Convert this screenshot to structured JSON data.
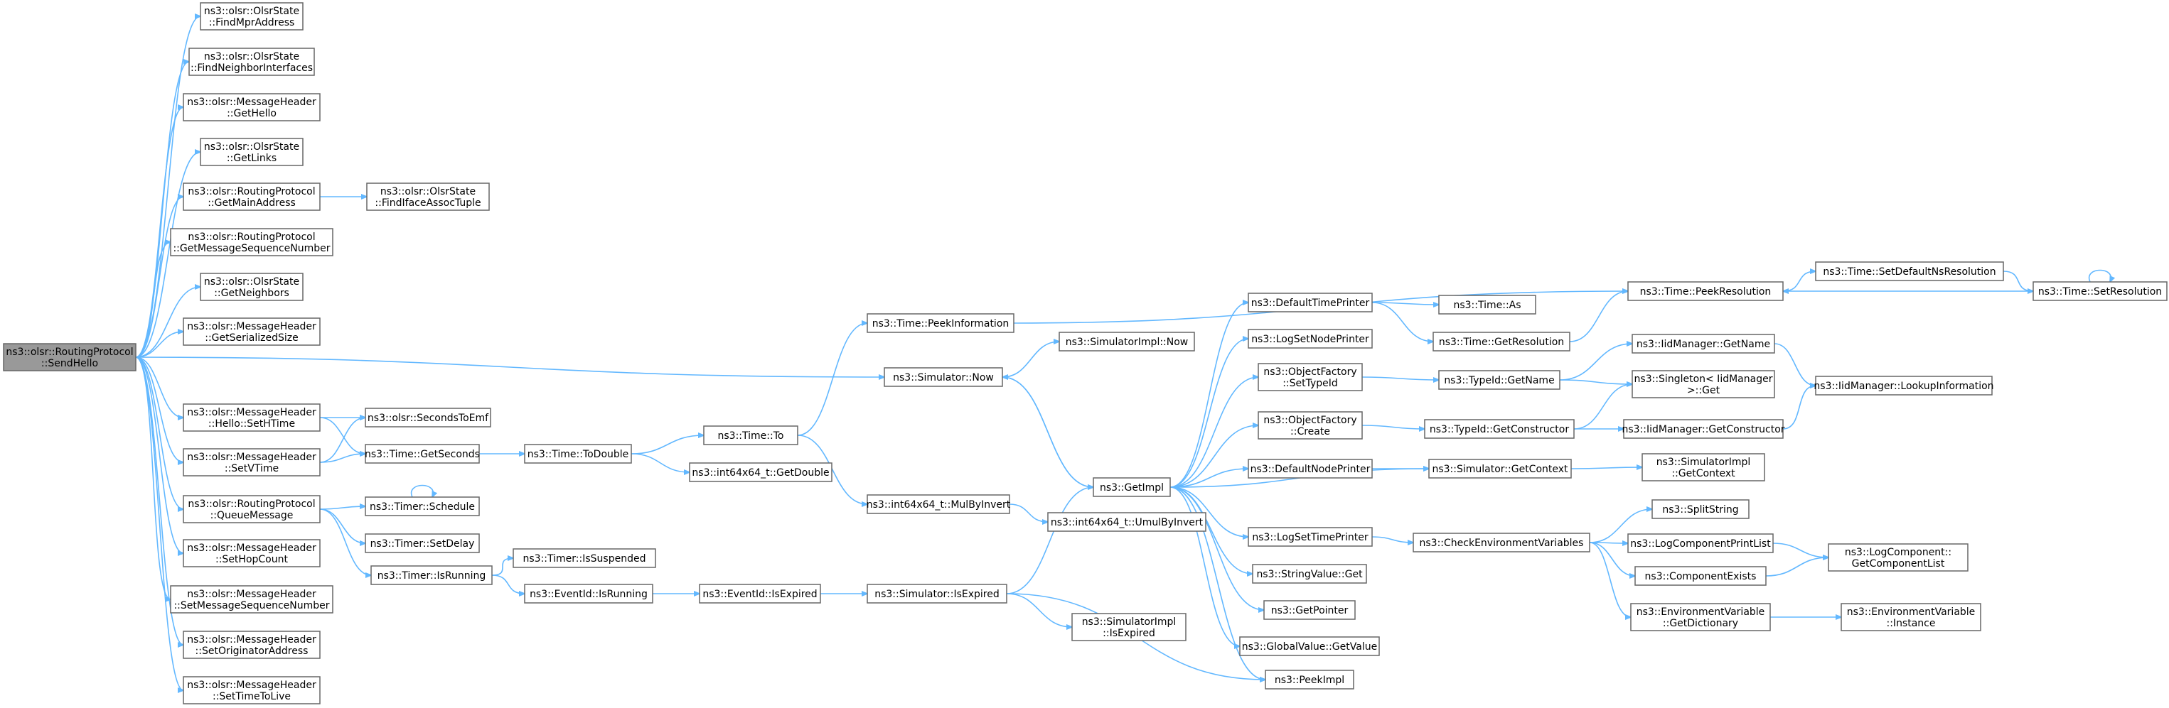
{
  "graph": {
    "edge_color": "#63b8ff",
    "node_border_color": "#666666",
    "root_fill": "#999999",
    "nodes": [
      {
        "id": "root",
        "lines": [
          "ns3::olsr::RoutingProtocol",
          "::SendHello"
        ],
        "root": true
      },
      {
        "id": "findMpr",
        "lines": [
          "ns3::olsr::OlsrState",
          "::FindMprAddress"
        ]
      },
      {
        "id": "findNbrIf",
        "lines": [
          "ns3::olsr::OlsrState",
          "::FindNeighborInterfaces"
        ]
      },
      {
        "id": "getHello",
        "lines": [
          "ns3::olsr::MessageHeader",
          "::GetHello"
        ]
      },
      {
        "id": "getLinks",
        "lines": [
          "ns3::olsr::OlsrState",
          "::GetLinks"
        ]
      },
      {
        "id": "getMainAddr",
        "lines": [
          "ns3::olsr::RoutingProtocol",
          "::GetMainAddress"
        ]
      },
      {
        "id": "findIface",
        "lines": [
          "ns3::olsr::OlsrState",
          "::FindIfaceAssocTuple"
        ]
      },
      {
        "id": "getMsgSeq",
        "lines": [
          "ns3::olsr::RoutingProtocol",
          "::GetMessageSequenceNumber"
        ]
      },
      {
        "id": "getNbrs",
        "lines": [
          "ns3::olsr::OlsrState",
          "::GetNeighbors"
        ]
      },
      {
        "id": "getSerSize",
        "lines": [
          "ns3::olsr::MessageHeader",
          "::GetSerializedSize"
        ]
      },
      {
        "id": "setHTime",
        "lines": [
          "ns3::olsr::MessageHeader",
          "::Hello::SetHTime"
        ]
      },
      {
        "id": "secToEmf",
        "lines": [
          "ns3::olsr::SecondsToEmf"
        ]
      },
      {
        "id": "setVTime",
        "lines": [
          "ns3::olsr::MessageHeader",
          "::SetVTime"
        ]
      },
      {
        "id": "getSeconds",
        "lines": [
          "ns3::Time::GetSeconds"
        ]
      },
      {
        "id": "toDouble",
        "lines": [
          "ns3::Time::ToDouble"
        ]
      },
      {
        "id": "timeTo",
        "lines": [
          "ns3::Time::To"
        ]
      },
      {
        "id": "getDouble",
        "lines": [
          "ns3::int64x64_t::GetDouble"
        ]
      },
      {
        "id": "queueMsg",
        "lines": [
          "ns3::olsr::RoutingProtocol",
          "::QueueMessage"
        ]
      },
      {
        "id": "tSchedule",
        "lines": [
          "ns3::Timer::Schedule"
        ]
      },
      {
        "id": "tSetDelay",
        "lines": [
          "ns3::Timer::SetDelay"
        ]
      },
      {
        "id": "tIsRunning",
        "lines": [
          "ns3::Timer::IsRunning"
        ]
      },
      {
        "id": "tIsSusp",
        "lines": [
          "ns3::Timer::IsSuspended"
        ]
      },
      {
        "id": "evIsRunning",
        "lines": [
          "ns3::EventId::IsRunning"
        ]
      },
      {
        "id": "evIsExpired",
        "lines": [
          "ns3::EventId::IsExpired"
        ]
      },
      {
        "id": "simIsExpired",
        "lines": [
          "ns3::Simulator::IsExpired"
        ]
      },
      {
        "id": "simImplIsExp",
        "lines": [
          "ns3::SimulatorImpl",
          "::IsExpired"
        ]
      },
      {
        "id": "setHop",
        "lines": [
          "ns3::olsr::MessageHeader",
          "::SetHopCount"
        ]
      },
      {
        "id": "setMsgSeq",
        "lines": [
          "ns3::olsr::MessageHeader",
          "::SetMessageSequenceNumber"
        ]
      },
      {
        "id": "setOrig",
        "lines": [
          "ns3::olsr::MessageHeader",
          "::SetOriginatorAddress"
        ]
      },
      {
        "id": "setTTL",
        "lines": [
          "ns3::olsr::MessageHeader",
          "::SetTimeToLive"
        ]
      },
      {
        "id": "peekInfo",
        "lines": [
          "ns3::Time::PeekInformation"
        ]
      },
      {
        "id": "simNow",
        "lines": [
          "ns3::Simulator::Now"
        ]
      },
      {
        "id": "simImplNow",
        "lines": [
          "ns3::SimulatorImpl::Now"
        ]
      },
      {
        "id": "mulByInv",
        "lines": [
          "ns3::int64x64_t::MulByInvert"
        ]
      },
      {
        "id": "umulByInv",
        "lines": [
          "ns3::int64x64_t::UmulByInvert"
        ]
      },
      {
        "id": "getImpl",
        "lines": [
          "ns3::GetImpl"
        ]
      },
      {
        "id": "defTimePrinter",
        "lines": [
          "ns3::DefaultTimePrinter"
        ]
      },
      {
        "id": "logSetNodePr",
        "lines": [
          "ns3::LogSetNodePrinter"
        ]
      },
      {
        "id": "objFacSetTid",
        "lines": [
          "ns3::ObjectFactory",
          "::SetTypeId"
        ]
      },
      {
        "id": "objFacCreate",
        "lines": [
          "ns3::ObjectFactory",
          "::Create"
        ]
      },
      {
        "id": "defNodePr",
        "lines": [
          "ns3::DefaultNodePrinter"
        ]
      },
      {
        "id": "logSetTimePr",
        "lines": [
          "ns3::LogSetTimePrinter"
        ]
      },
      {
        "id": "strValGet",
        "lines": [
          "ns3::StringValue::Get"
        ]
      },
      {
        "id": "getPointer",
        "lines": [
          "ns3::GetPointer"
        ]
      },
      {
        "id": "globValGet",
        "lines": [
          "ns3::GlobalValue::GetValue"
        ]
      },
      {
        "id": "peekImpl",
        "lines": [
          "ns3::PeekImpl"
        ]
      },
      {
        "id": "timeAs",
        "lines": [
          "ns3::Time::As"
        ]
      },
      {
        "id": "timeGetRes",
        "lines": [
          "ns3::Time::GetResolution"
        ]
      },
      {
        "id": "typeIdGetName",
        "lines": [
          "ns3::TypeId::GetName"
        ]
      },
      {
        "id": "typeIdGetCtor",
        "lines": [
          "ns3::TypeId::GetConstructor"
        ]
      },
      {
        "id": "simGetCtx",
        "lines": [
          "ns3::Simulator::GetContext"
        ]
      },
      {
        "id": "checkEnv",
        "lines": [
          "ns3::CheckEnvironmentVariables"
        ]
      },
      {
        "id": "peekRes",
        "lines": [
          "ns3::Time::PeekResolution"
        ]
      },
      {
        "id": "setDefNsRes",
        "lines": [
          "ns3::Time::SetDefaultNsResolution"
        ]
      },
      {
        "id": "setRes",
        "lines": [
          "ns3::Time::SetResolution"
        ]
      },
      {
        "id": "iidGetName",
        "lines": [
          "ns3::IidManager::GetName"
        ]
      },
      {
        "id": "singletonGet",
        "lines": [
          "ns3::Singleton< IidManager",
          ">::Get"
        ]
      },
      {
        "id": "iidGetCtor",
        "lines": [
          "ns3::IidManager::GetConstructor"
        ]
      },
      {
        "id": "iidLookup",
        "lines": [
          "ns3::IidManager::LookupInformation"
        ]
      },
      {
        "id": "simImplGetCtx",
        "lines": [
          "ns3::SimulatorImpl",
          "::GetContext"
        ]
      },
      {
        "id": "splitString",
        "lines": [
          "ns3::SplitString"
        ]
      },
      {
        "id": "logCompPrint",
        "lines": [
          "ns3::LogComponentPrintList"
        ]
      },
      {
        "id": "compExists",
        "lines": [
          "ns3::ComponentExists"
        ]
      },
      {
        "id": "envGetDict",
        "lines": [
          "ns3::EnvironmentVariable",
          "::GetDictionary"
        ]
      },
      {
        "id": "logCompGetList",
        "lines": [
          "ns3::LogComponent::",
          "GetComponentList"
        ]
      },
      {
        "id": "envInstance",
        "lines": [
          "ns3::EnvironmentVariable",
          "::Instance"
        ]
      }
    ],
    "edges": [
      [
        "root",
        "findMpr"
      ],
      [
        "root",
        "findNbrIf"
      ],
      [
        "root",
        "getHello"
      ],
      [
        "root",
        "getLinks"
      ],
      [
        "root",
        "getMainAddr"
      ],
      [
        "root",
        "getMsgSeq"
      ],
      [
        "root",
        "getNbrs"
      ],
      [
        "root",
        "getSerSize"
      ],
      [
        "root",
        "simNow"
      ],
      [
        "root",
        "setHTime"
      ],
      [
        "root",
        "setVTime"
      ],
      [
        "root",
        "queueMsg"
      ],
      [
        "root",
        "setHop"
      ],
      [
        "root",
        "setMsgSeq"
      ],
      [
        "root",
        "setOrig"
      ],
      [
        "root",
        "setTTL"
      ],
      [
        "getMainAddr",
        "findIface"
      ],
      [
        "setHTime",
        "secToEmf"
      ],
      [
        "setHTime",
        "getSeconds"
      ],
      [
        "setVTime",
        "secToEmf"
      ],
      [
        "setVTime",
        "getSeconds"
      ],
      [
        "getSeconds",
        "toDouble"
      ],
      [
        "toDouble",
        "timeTo"
      ],
      [
        "toDouble",
        "getDouble"
      ],
      [
        "timeTo",
        "peekInfo"
      ],
      [
        "timeTo",
        "mulByInv"
      ],
      [
        "queueMsg",
        "tSchedule"
      ],
      [
        "queueMsg",
        "tSetDelay"
      ],
      [
        "queueMsg",
        "tIsRunning"
      ],
      [
        "tSchedule",
        "tSchedule"
      ],
      [
        "tIsRunning",
        "tIsSusp"
      ],
      [
        "tIsRunning",
        "evIsRunning"
      ],
      [
        "evIsRunning",
        "evIsExpired"
      ],
      [
        "evIsExpired",
        "simIsExpired"
      ],
      [
        "simIsExpired",
        "getImpl"
      ],
      [
        "simIsExpired",
        "simImplIsExp"
      ],
      [
        "simIsExpired",
        "peekImpl"
      ],
      [
        "peekInfo",
        "peekRes"
      ],
      [
        "simNow",
        "simImplNow"
      ],
      [
        "simNow",
        "getImpl"
      ],
      [
        "mulByInv",
        "umulByInv"
      ],
      [
        "getImpl",
        "defTimePrinter"
      ],
      [
        "getImpl",
        "logSetNodePr"
      ],
      [
        "getImpl",
        "objFacSetTid"
      ],
      [
        "getImpl",
        "objFacCreate"
      ],
      [
        "getImpl",
        "defNodePr"
      ],
      [
        "getImpl",
        "logSetTimePr"
      ],
      [
        "getImpl",
        "strValGet"
      ],
      [
        "getImpl",
        "getPointer"
      ],
      [
        "getImpl",
        "globValGet"
      ],
      [
        "getImpl",
        "peekImpl"
      ],
      [
        "getImpl",
        "simGetCtx"
      ],
      [
        "getImpl",
        "simNow"
      ],
      [
        "defTimePrinter",
        "timeAs"
      ],
      [
        "defTimePrinter",
        "timeGetRes"
      ],
      [
        "timeGetRes",
        "peekRes"
      ],
      [
        "objFacSetTid",
        "typeIdGetName"
      ],
      [
        "objFacCreate",
        "typeIdGetCtor"
      ],
      [
        "defNodePr",
        "simGetCtx"
      ],
      [
        "typeIdGetName",
        "iidGetName"
      ],
      [
        "typeIdGetName",
        "singletonGet"
      ],
      [
        "typeIdGetCtor",
        "singletonGet"
      ],
      [
        "typeIdGetCtor",
        "iidGetCtor"
      ],
      [
        "simGetCtx",
        "simImplGetCtx"
      ],
      [
        "logSetTimePr",
        "checkEnv"
      ],
      [
        "checkEnv",
        "splitString"
      ],
      [
        "checkEnv",
        "logCompPrint"
      ],
      [
        "checkEnv",
        "compExists"
      ],
      [
        "checkEnv",
        "envGetDict"
      ],
      [
        "peekRes",
        "setDefNsRes"
      ],
      [
        "setDefNsRes",
        "setRes"
      ],
      [
        "setRes",
        "peekRes"
      ],
      [
        "setRes",
        "setRes"
      ],
      [
        "iidGetName",
        "iidLookup"
      ],
      [
        "iidGetCtor",
        "iidLookup"
      ],
      [
        "logCompPrint",
        "logCompGetList"
      ],
      [
        "compExists",
        "logCompGetList"
      ],
      [
        "envGetDict",
        "envInstance"
      ]
    ]
  }
}
